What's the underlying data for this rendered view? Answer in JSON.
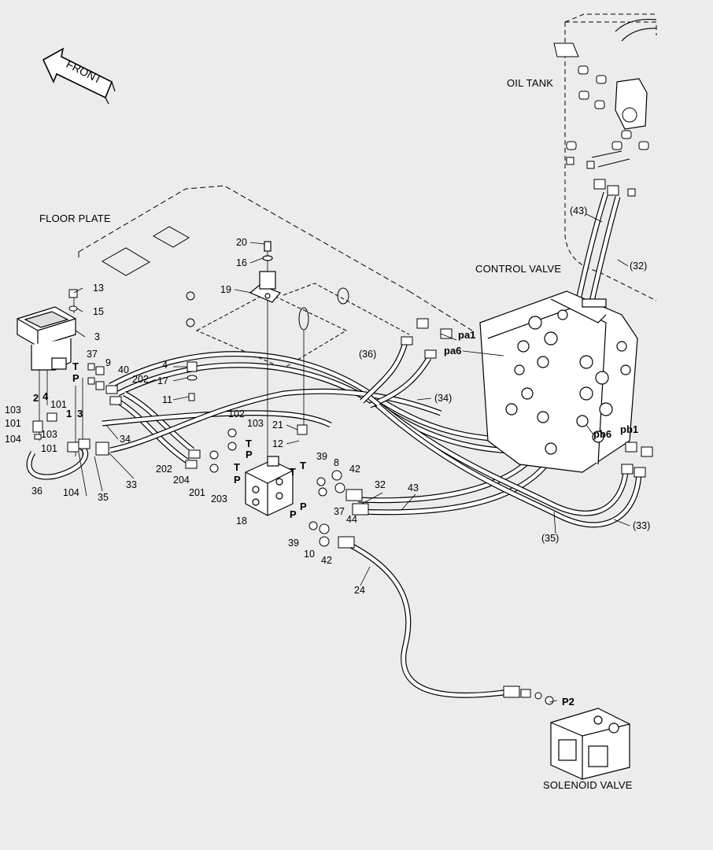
{
  "titles": {
    "front": "FRONT",
    "oil_tank": "OIL TANK",
    "floor_plate": "FLOOR PLATE",
    "control_valve": "CONTROL VALVE",
    "solenoid_valve": "SOLENOID VALVE"
  },
  "callouts": {
    "n20": "20",
    "n16": "16",
    "n19": "19",
    "n13": "13",
    "n15": "15",
    "n3": "3",
    "n37a": "37",
    "n9": "9",
    "n40": "40",
    "n202a": "202",
    "n4": "4",
    "n17": "17",
    "n11": "11",
    "n36par": "(36)",
    "n34par": "(34)",
    "n43par": "(43)",
    "n32par": "(32)",
    "pa1": "pa1",
    "pa6": "pa6",
    "pb6": "pb6",
    "pb1": "pb1",
    "n102": "102",
    "n103b": "103",
    "n21": "21",
    "n12": "12",
    "n2": "2",
    "n4b": "4",
    "n101a": "101",
    "n1": "1",
    "n3b": "3",
    "n103a": "103",
    "n101b": "101",
    "n104a": "104",
    "n103c": "103",
    "n101c": "101",
    "n34": "34",
    "n36": "36",
    "n104b": "104",
    "n35": "35",
    "n33": "33",
    "n202b": "202",
    "n204": "204",
    "n201": "201",
    "n203": "203",
    "n18": "18",
    "T1": "T",
    "P1": "P",
    "T2": "T",
    "P2a": "P",
    "T3": "T",
    "P3": "P",
    "T4": "T",
    "P4": "P",
    "T5": "T",
    "P5": "P",
    "n39a": "39",
    "n8": "8",
    "n42a": "42",
    "n32": "32",
    "n43": "43",
    "n37b": "37",
    "n44": "44",
    "n39b": "39",
    "n10": "10",
    "n42b": "42",
    "n24": "24",
    "n35par": "(35)",
    "n33par": "(33)",
    "P2": "P2"
  }
}
